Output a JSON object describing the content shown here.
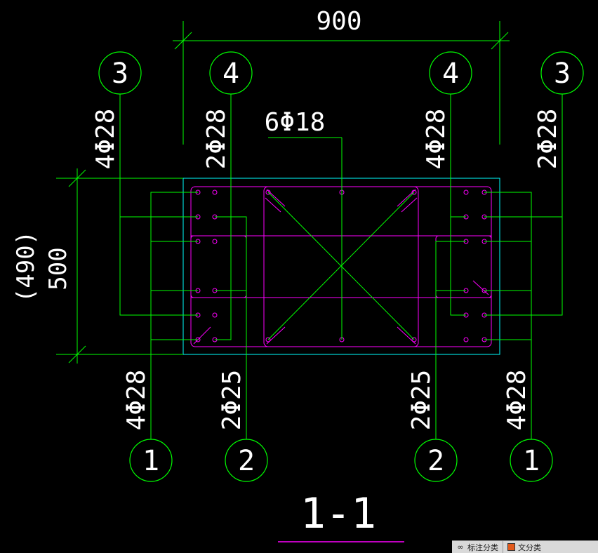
{
  "colors": {
    "background": "#000000",
    "rebar": "#00ff00",
    "stirrup": "#ff00ff",
    "outline": "#00ffff",
    "text": "#ffffff"
  },
  "dimensions": {
    "width": "900",
    "height_outer": "(490)",
    "height_inner": "500"
  },
  "rebar_labels": {
    "top_left_outer": "4Φ28",
    "top_left_inner": "2Φ28",
    "top_right_inner": "4Φ28",
    "top_right_outer": "2Φ28",
    "middle": "6Φ18",
    "bottom_left_outer": "4Φ28",
    "bottom_left_inner": "2Φ25",
    "bottom_right_inner": "2Φ25",
    "bottom_right_outer": "4Φ28"
  },
  "markers": {
    "top": [
      "3",
      "4",
      "4",
      "3"
    ],
    "bottom": [
      "1",
      "2",
      "2",
      "1"
    ]
  },
  "section_title": "1-1",
  "statusbar": {
    "items": [
      {
        "icon": "link-icon",
        "label": "标注分类"
      },
      {
        "icon": "color-swatch-icon",
        "color": "#e25a1c",
        "label": "文分类"
      }
    ]
  }
}
